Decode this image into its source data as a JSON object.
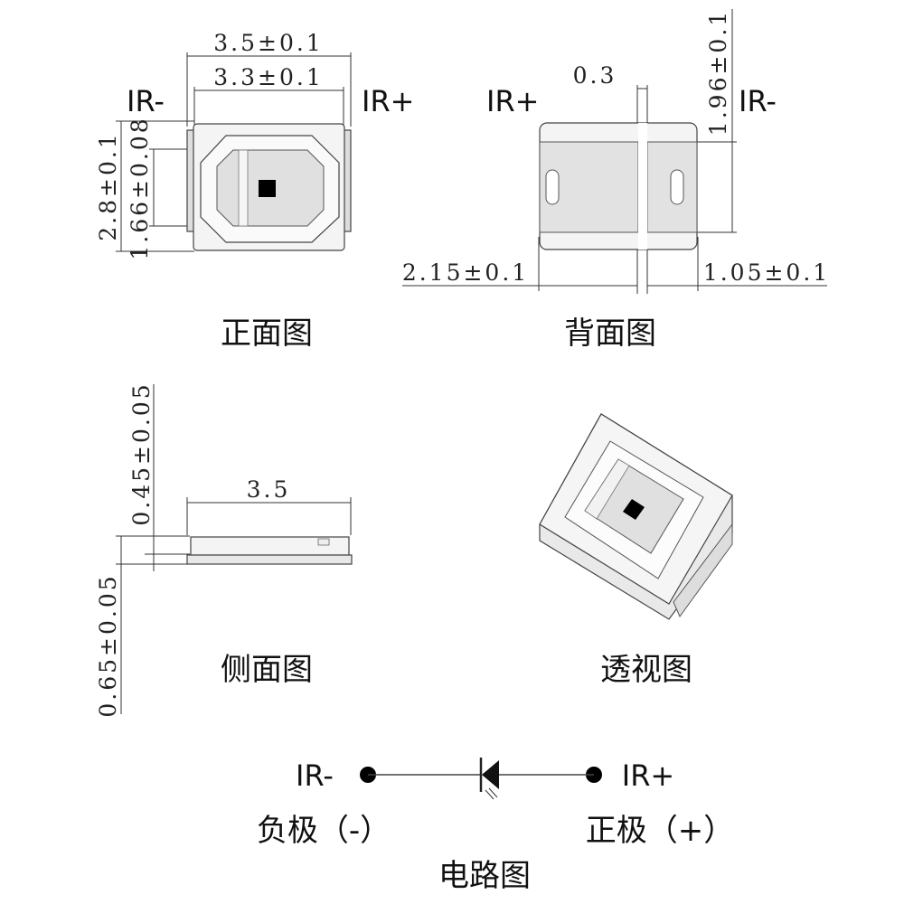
{
  "front": {
    "caption": "正面图",
    "pin_left": "IR-",
    "pin_right": "IR+",
    "dim_width_outer": "3.5±0.1",
    "dim_width_inner": "3.3±0.1",
    "dim_height_outer": "2.8±0.1",
    "dim_height_inner": "1.66±0.08"
  },
  "back": {
    "caption": "背面图",
    "pin_left": "IR+",
    "pin_right": "IR-",
    "dim_gap": "0.3",
    "dim_height": "1.96±0.1",
    "dim_left": "2.15±0.1",
    "dim_right": "1.05±0.1"
  },
  "side": {
    "caption": "侧面图",
    "dim_width": "3.5",
    "dim_top": "0.45±0.05",
    "dim_total": "0.65±0.05"
  },
  "perspective": {
    "caption": "透视图"
  },
  "circuit": {
    "title": "电路图",
    "pin_left": "IR-",
    "pin_right": "IR+",
    "label_left": "负极（-）",
    "label_right": "正极（+）"
  },
  "colors": {
    "outline": "#444444",
    "die": "#000000",
    "pad": "#e2e2e2",
    "body": "#f4f4f4"
  }
}
